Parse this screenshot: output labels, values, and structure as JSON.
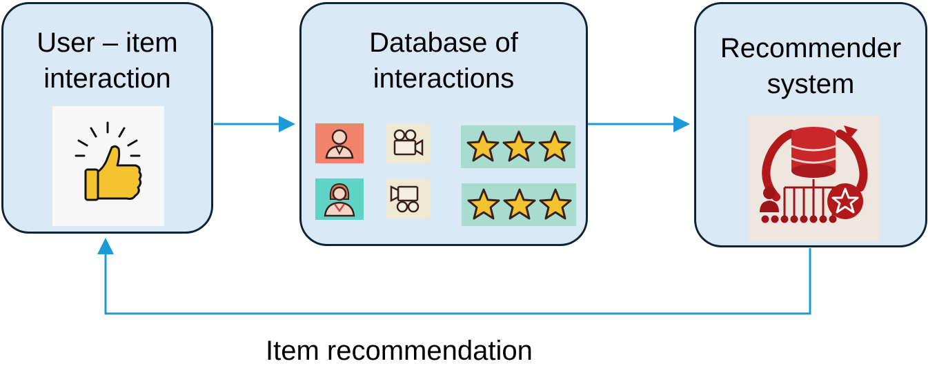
{
  "nodes": {
    "interaction": {
      "title": "User – item interaction",
      "icon": "thumbs-up-icon"
    },
    "database": {
      "title": "Database of interactions",
      "rows": [
        {
          "user_icon": "male-user-icon",
          "user_color": "#f2836d",
          "item_icon": "video-camera-icon",
          "rating_stars": 3
        },
        {
          "user_icon": "female-user-icon",
          "user_color": "#5fd3c5",
          "item_icon": "video-camera-icon",
          "rating_stars": 3
        }
      ]
    },
    "recommender": {
      "title": "Recommender system",
      "icon": "recommender-database-icon"
    }
  },
  "feedback": {
    "label": "Item recommendation"
  },
  "colors": {
    "box_fill": "#dbe8f6",
    "box_border": "#0d2436",
    "arrow": "#1a9bd7",
    "star_fill": "#f4c430",
    "recommender_red": "#b3181b"
  }
}
